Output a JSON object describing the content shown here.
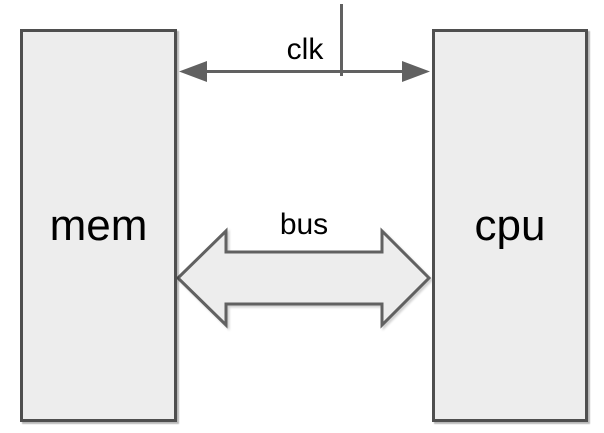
{
  "diagram": {
    "nodes": [
      {
        "id": "mem",
        "label": "mem"
      },
      {
        "id": "cpu",
        "label": "cpu"
      }
    ],
    "connections": [
      {
        "id": "clk",
        "label": "clk",
        "type": "thin-double-headed-arrow",
        "from": "mem",
        "to": "cpu",
        "has_external_input_line": true
      },
      {
        "id": "bus",
        "label": "bus",
        "type": "block-double-headed-arrow",
        "from": "mem",
        "to": "cpu"
      }
    ],
    "colors": {
      "background": "#ffffff",
      "node_fill": "#ededed",
      "node_border": "#4f4f4f",
      "connector_stroke": "#616161",
      "block_arrow_fill": "#ededed",
      "text": "#000000"
    }
  }
}
